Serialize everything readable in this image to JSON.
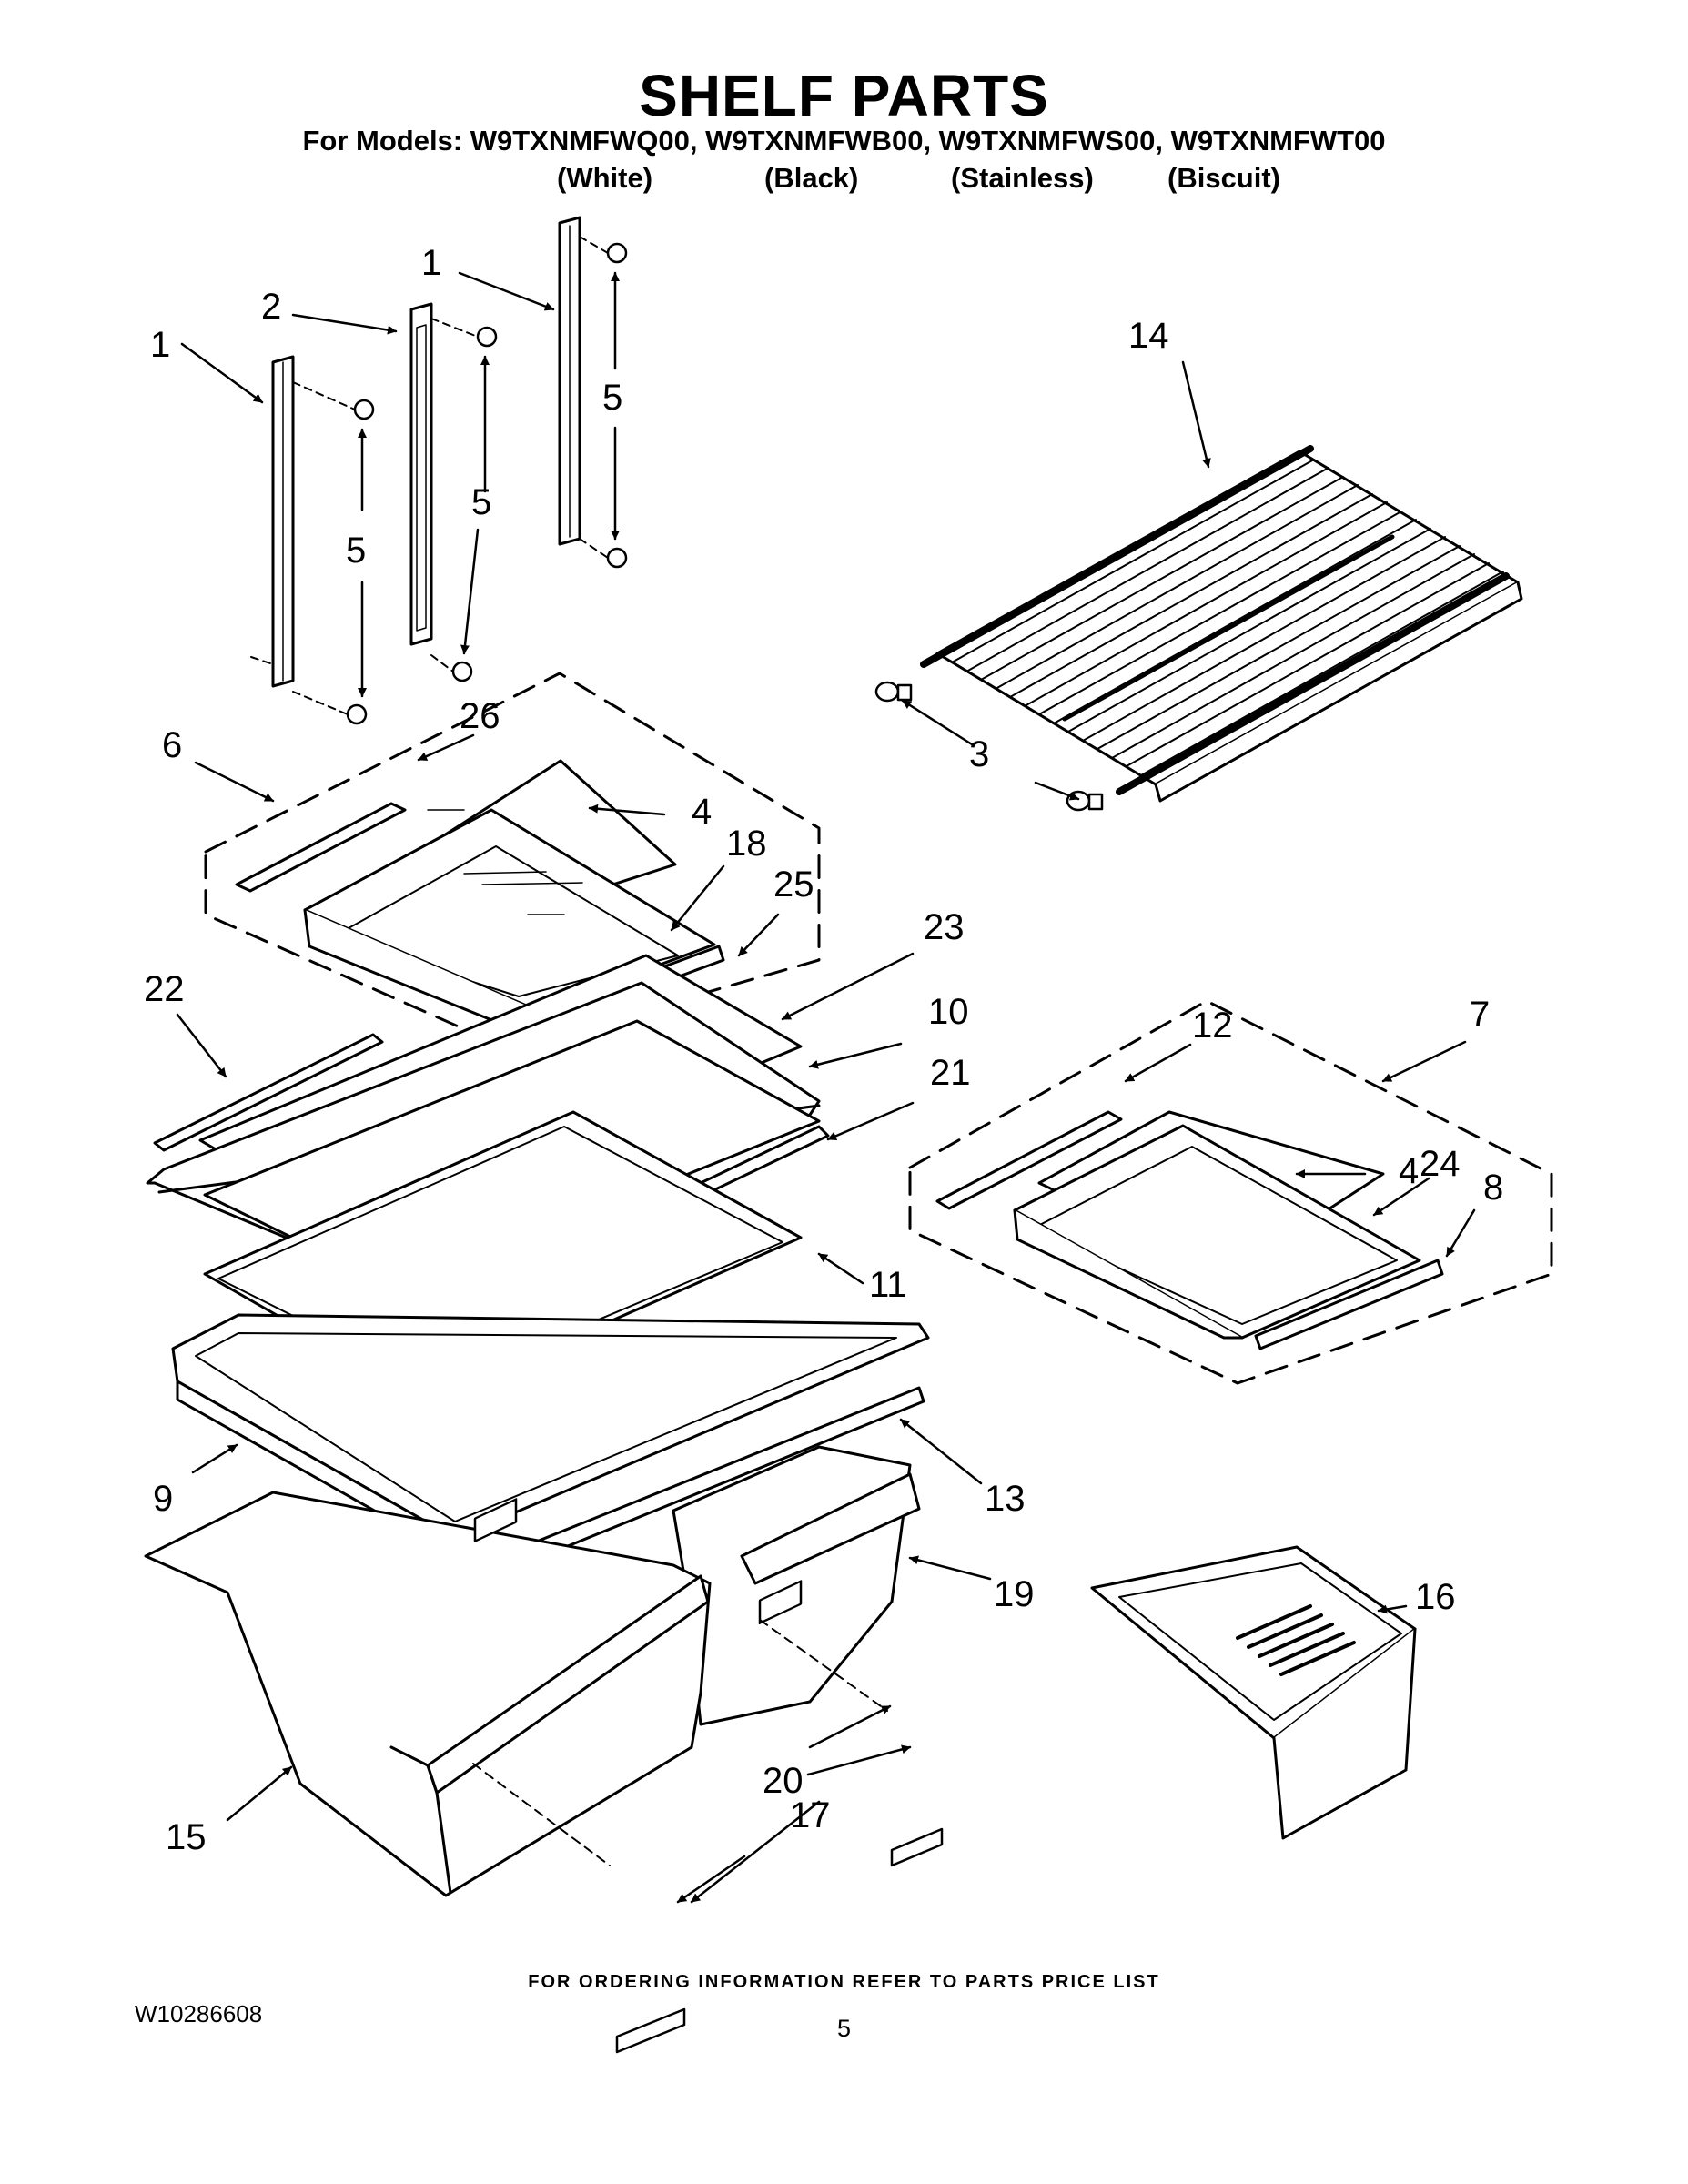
{
  "header": {
    "title": "SHELF PARTS",
    "models_line": "For Models: W9TXNMFWQ00, W9TXNMFWB00, W9TXNMFWS00, W9TXNMFWT00",
    "variants": [
      "(White)",
      "(Black)",
      "(Stainless)",
      "(Biscuit)"
    ]
  },
  "callouts": [
    "1",
    "2",
    "1",
    "5",
    "5",
    "5",
    "14",
    "3",
    "6",
    "26",
    "4",
    "18",
    "25",
    "23",
    "22",
    "10",
    "21",
    "11",
    "7",
    "12",
    "4",
    "24",
    "8",
    "9",
    "13",
    "19",
    "16",
    "20",
    "17",
    "15"
  ],
  "footer": {
    "ordering_note": "FOR ORDERING INFORMATION REFER TO PARTS PRICE LIST",
    "document_number": "W10286608",
    "page_number": "5"
  }
}
